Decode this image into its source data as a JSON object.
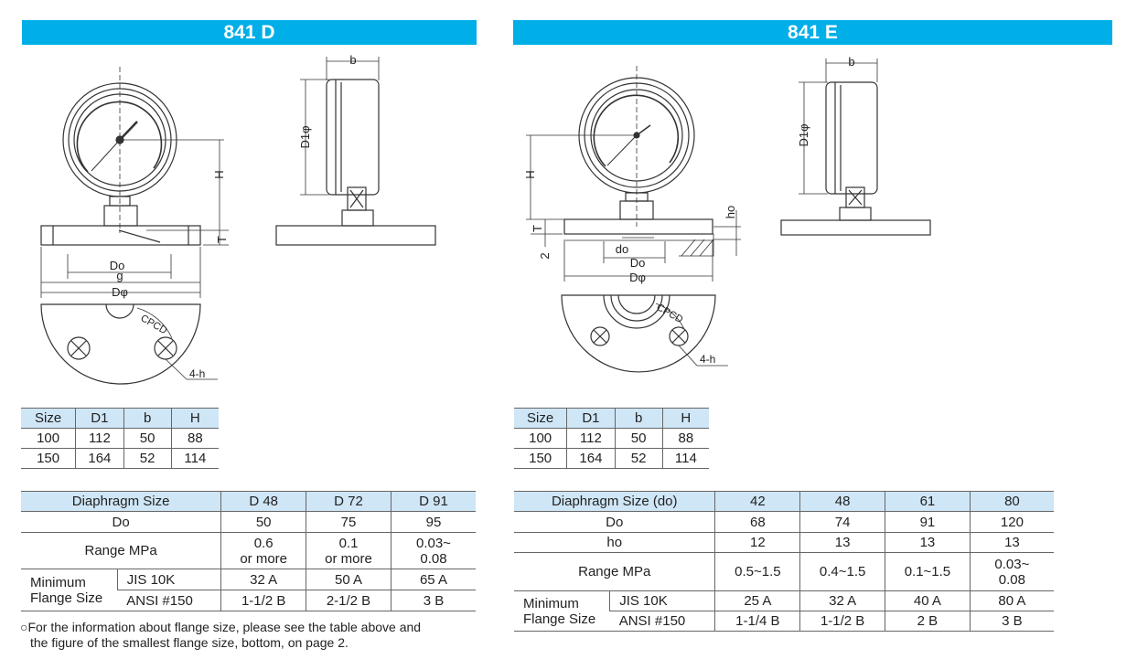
{
  "left": {
    "title": "841 D",
    "drawing_labels": {
      "b": "b",
      "d1": "D1φ",
      "h": "H",
      "t": "T",
      "do": "Do",
      "g": "g",
      "dphi": "Dφ",
      "cpcd": "CPCD",
      "holes": "4-h"
    },
    "size_table": {
      "headers": [
        "Size",
        "D1",
        "b",
        "H"
      ],
      "rows": [
        [
          "100",
          "112",
          "50",
          "88"
        ],
        [
          "150",
          "164",
          "52",
          "114"
        ]
      ]
    },
    "spec_table": {
      "diaphragm_label": "Diaphragm Size",
      "diaphragm": [
        "D 48",
        "D 72",
        "D 91"
      ],
      "do_label": "Do",
      "do": [
        "50",
        "75",
        "95"
      ],
      "range_label": "Range MPa",
      "range": [
        [
          "0.6",
          "or more"
        ],
        [
          "0.1",
          "or more"
        ],
        [
          "0.03~",
          "0.08"
        ]
      ],
      "min_label_1": "Minimum",
      "min_label_2": "Flange Size",
      "jis_label": "JIS 10K",
      "jis": [
        "32 A",
        "50 A",
        "65 A"
      ],
      "ansi_label": "ANSI #150",
      "ansi": [
        "1-1/2 B",
        "2-1/2 B",
        "3 B"
      ]
    },
    "note_line1": "○For the information about flange size, please see the table above and",
    "note_line2": "the figure of the smallest flange size, bottom, on page 2."
  },
  "right": {
    "title": "841 E",
    "drawing_labels": {
      "b": "b",
      "d1": "D1φ",
      "h": "H",
      "t": "T",
      "two": "2",
      "ho": "ho",
      "do_small": "do",
      "do": "Do",
      "dphi": "Dφ",
      "cpcd": "CPCD",
      "holes": "4-h"
    },
    "size_table": {
      "headers": [
        "Size",
        "D1",
        "b",
        "H"
      ],
      "rows": [
        [
          "100",
          "112",
          "50",
          "88"
        ],
        [
          "150",
          "164",
          "52",
          "114"
        ]
      ]
    },
    "spec_table": {
      "diaphragm_label": "Diaphragm Size (do)",
      "diaphragm": [
        "42",
        "48",
        "61",
        "80"
      ],
      "do_label": "Do",
      "do": [
        "68",
        "74",
        "91",
        "120"
      ],
      "ho_label": "ho",
      "ho": [
        "12",
        "13",
        "13",
        "13"
      ],
      "range_label": "Range MPa",
      "range": [
        [
          "0.5~1.5"
        ],
        [
          "0.4~1.5"
        ],
        [
          "0.1~1.5"
        ],
        [
          "0.03~",
          "0.08"
        ]
      ],
      "min_label_1": "Minimum",
      "min_label_2": "Flange Size",
      "jis_label": "JIS 10K",
      "jis": [
        "25 A",
        "32 A",
        "40 A",
        "80 A"
      ],
      "ansi_label": "ANSI #150",
      "ansi": [
        "1-1/4 B",
        "1-1/2 B",
        "2 B",
        "3 B"
      ]
    }
  }
}
